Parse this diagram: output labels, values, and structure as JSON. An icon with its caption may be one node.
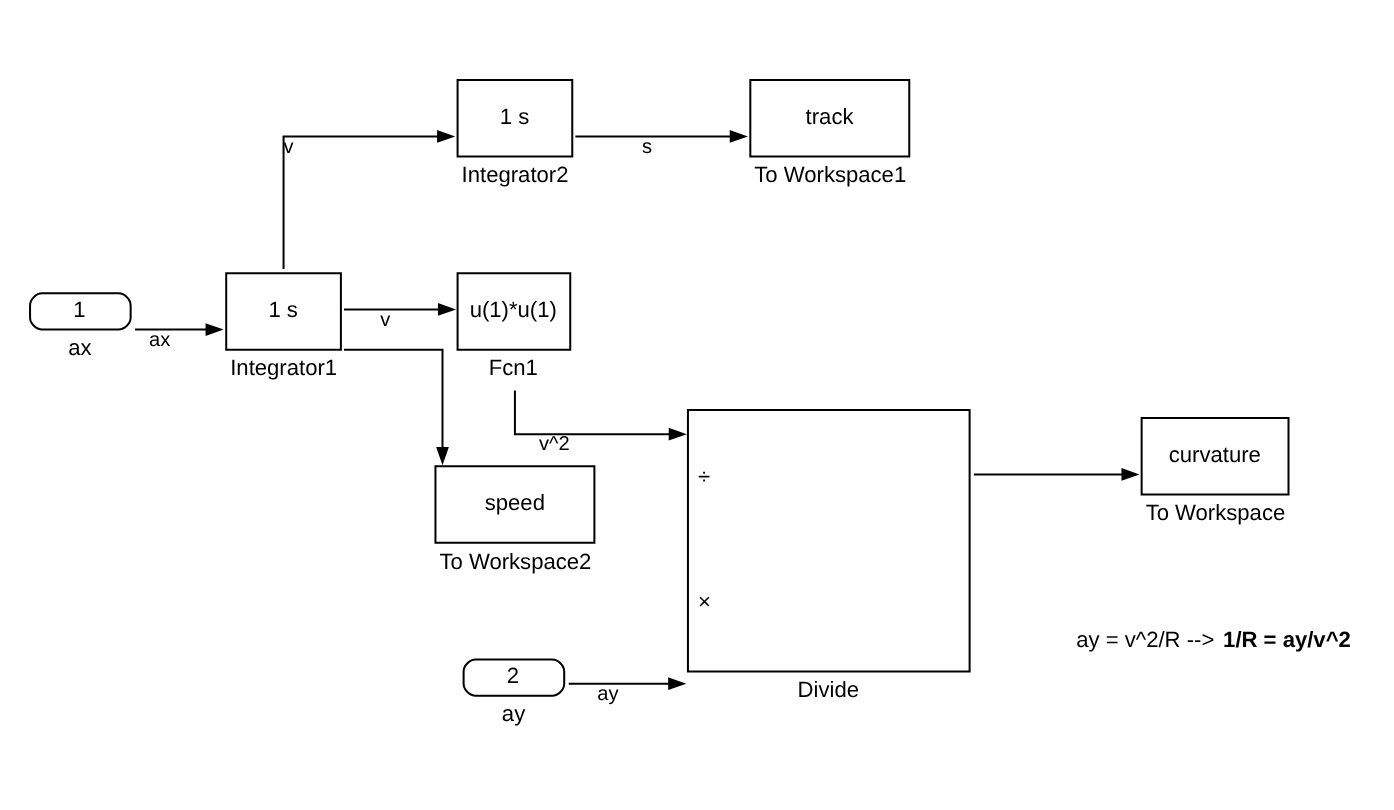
{
  "diagram": {
    "nodes": [
      {
        "text": [
          "1"
        ],
        "beside": [
          "ax"
        ]
      },
      {
        "text": [
          "2"
        ],
        "beside": [
          "ay"
        ]
      },
      {
        "text": [
          "1 s"
        ],
        "beside": [
          "Integrator1"
        ]
      },
      {
        "text": [
          "1 s"
        ],
        "beside": [
          "Integrator2"
        ]
      },
      {
        "text": [
          "u(1)*u(1)"
        ],
        "beside": [
          "Fcn1"
        ]
      },
      {
        "text": [
          "÷",
          "×"
        ],
        "beside": [
          "Divide"
        ]
      },
      {
        "text": [
          "speed"
        ],
        "beside": [
          "To Workspace2"
        ]
      },
      {
        "text": [
          "track"
        ],
        "beside": [
          "To Workspace1"
        ]
      },
      {
        "text": [
          "curvature"
        ],
        "beside": [
          "To Workspace"
        ]
      }
    ],
    "edges": [
      {
        "from": 0,
        "to": 2,
        "arrow": "to",
        "label": "ax"
      },
      {
        "from": 2,
        "to": 6,
        "arrow": "to"
      },
      {
        "from": 2,
        "to": 3,
        "arrow": "to",
        "label": "v"
      },
      {
        "from": 2,
        "to": 4,
        "arrow": "to",
        "label": "v"
      },
      {
        "from": 3,
        "to": 7,
        "arrow": "to",
        "label": "s"
      },
      {
        "from": 4,
        "to": 5,
        "arrow": "to",
        "label": "v^2"
      },
      {
        "from": 1,
        "to": 5,
        "arrow": "to",
        "label": "ay"
      },
      {
        "from": 5,
        "to": 8,
        "arrow": "to"
      }
    ],
    "labels": [
      "ay = v^2/R --> **1/R = ay/v^2**"
    ]
  }
}
